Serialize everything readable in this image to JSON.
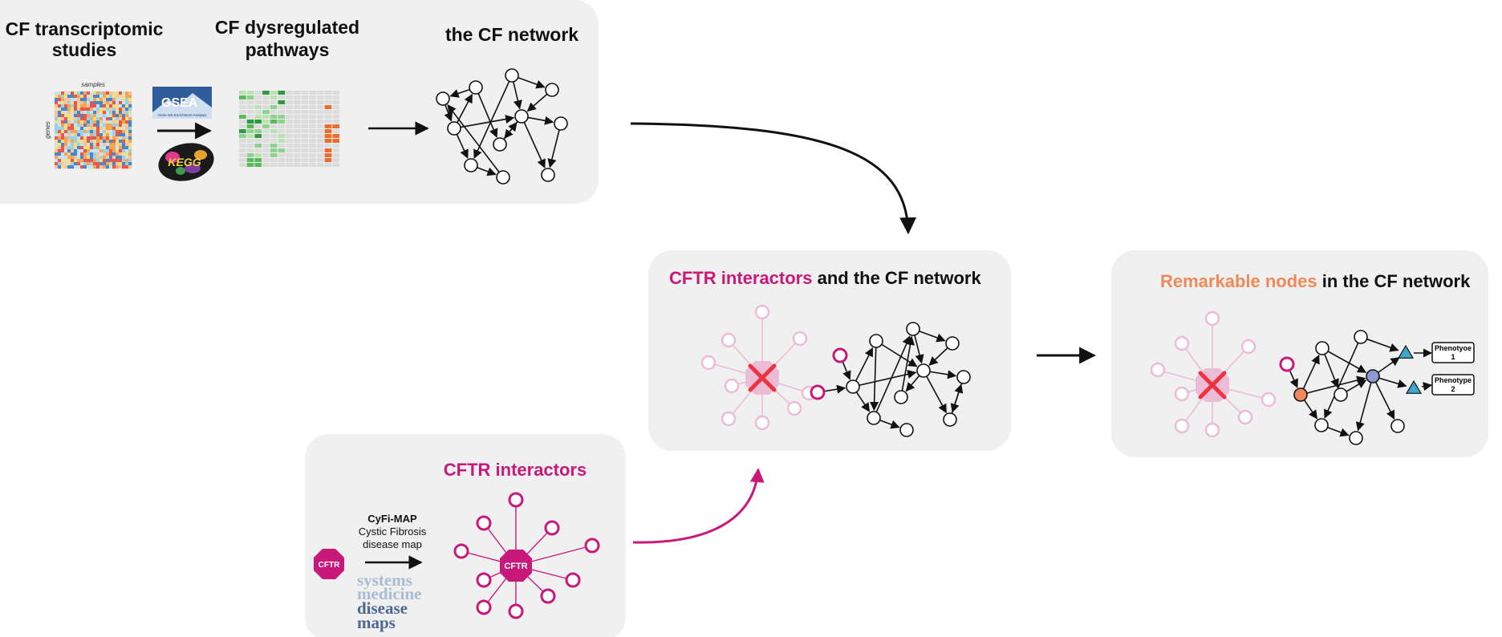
{
  "colors": {
    "panel": "#f0f0f0",
    "magenta": "#c8197a",
    "pink_faded": "#ecbcd6",
    "orange": "#ee8a5a",
    "red_x": "#ee3340",
    "blue_node": "#8f9bd0",
    "triangle": "#3fa7cf",
    "heat_green": "#4fae4f",
    "heat_orange": "#ec6e2e"
  },
  "panel1": {
    "title_studies": [
      "CF transcriptomic",
      "studies"
    ],
    "title_pathways": [
      "CF dysregulated",
      "pathways"
    ],
    "title_network": "the CF network",
    "heatmap_col_label": "samples",
    "heatmap_row_label": "genes",
    "gsea_logo": {
      "text": "GSEA",
      "subtitle": "Gene Set Enrichment Analysis"
    },
    "kegg_logo": {
      "text": "KEGG"
    }
  },
  "panel_interactors": {
    "title": "CFTR interactors",
    "source_lines": [
      "CyFi-MAP",
      "Cystic Fibrosis",
      "disease map"
    ],
    "hub_label": "CFTR",
    "sysmed_logo": [
      "systems",
      "medicine",
      "disease",
      "maps"
    ]
  },
  "panel_merged": {
    "title_highlight": "CFTR interactors",
    "title_rest": " and the CF network"
  },
  "panel_remarkable": {
    "title_highlight": "Remarkable nodes",
    "title_rest": " in the CF network",
    "phenotypes": [
      {
        "line1": "Phenotyoe",
        "line2": "1"
      },
      {
        "line1": "Phenotype",
        "line2": "2"
      }
    ]
  }
}
